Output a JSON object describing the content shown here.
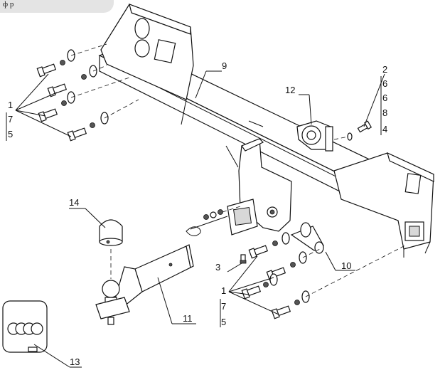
{
  "header": {
    "tab_text": "ф р"
  },
  "labels": {
    "l1_top": "1",
    "l7_top": "7",
    "l5_top": "5",
    "l9": "9",
    "l12": "12",
    "l2": "2",
    "l6a": "6",
    "l6b": "6",
    "l8": "8",
    "l4": "4",
    "l14": "14",
    "l3": "3",
    "l10": "10",
    "l1_bot": "1",
    "l7_bot": "7",
    "l5_bot": "5",
    "l11": "11",
    "l13": "13"
  },
  "colors": {
    "line": "#111111",
    "fill": "#ffffff",
    "shade": "#d8d8d8",
    "tab": "#e4e4e4"
  }
}
